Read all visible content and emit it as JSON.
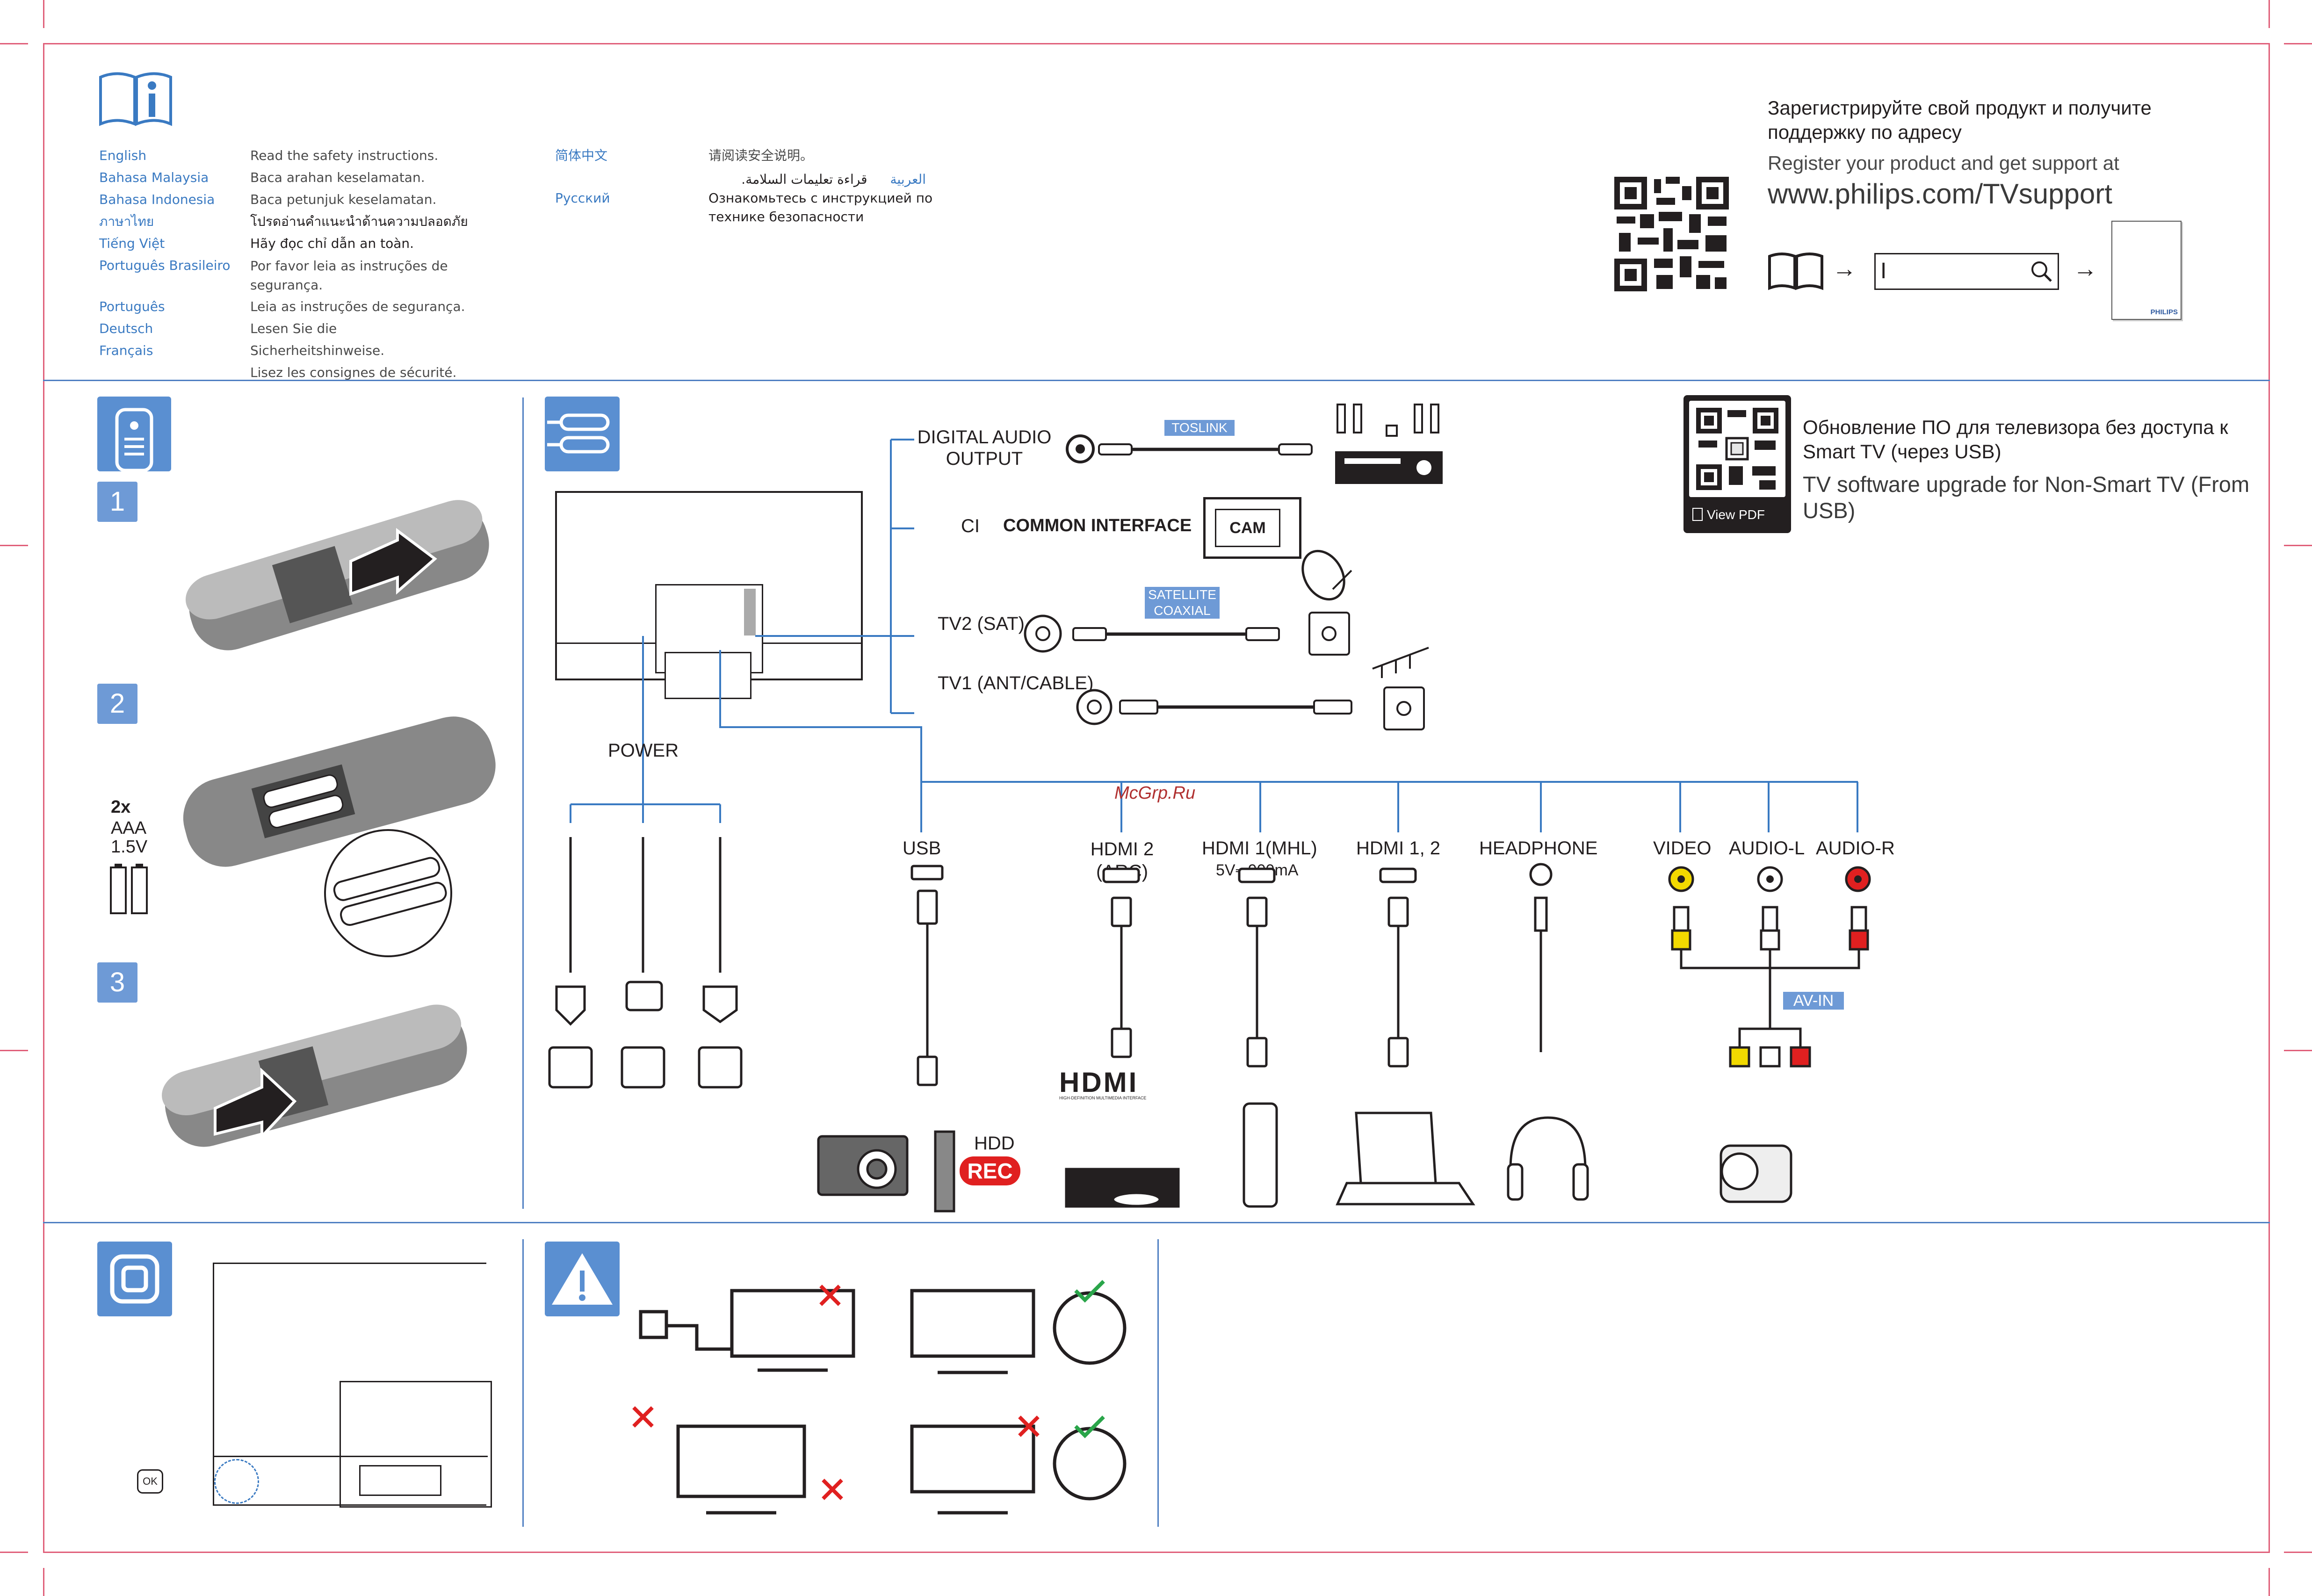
{
  "languages_left": [
    {
      "name": "English",
      "text": "Read the safety instructions."
    },
    {
      "name": "Bahasa Malaysia",
      "text": "Baca arahan keselamatan."
    },
    {
      "name": "Bahasa Indonesia",
      "text": "Baca petunjuk keselamatan."
    },
    {
      "name": "ภาษาไทย",
      "text": "โปรดอ่านคำแนะนำด้านความปลอดภัย"
    },
    {
      "name": "Tiếng Việt",
      "text": "Hãy đọc chỉ dẫn an toàn."
    },
    {
      "name": "Português Brasileiro",
      "text": "Por favor leia as  instruções de segurança."
    },
    {
      "name": "Português",
      "text": "Leia as instruções de segurança."
    },
    {
      "name": "Deutsch",
      "text": "Lesen Sie die Sicherheitshinweise."
    },
    {
      "name": "Français",
      "text": "Lisez les consignes de sécurité."
    }
  ],
  "languages_right": [
    {
      "name": "简体中文",
      "text": "请阅读安全说明。"
    },
    {
      "name": "العربية",
      "text": "قراءة تعليمات السلامة."
    },
    {
      "name": "Русский",
      "text": "Ознакомьтесь с инструкцией по технике безопасности"
    }
  ],
  "register": {
    "ru": "Зарегистрируйте свой продукт и получите поддержку по адресу",
    "en": "Register your product and get support at",
    "url": "www.philips.com/TVsupport",
    "search_placeholder": "I",
    "brand": "PHILIPS"
  },
  "software": {
    "ru": "Обновление ПО для телевизора без доступа к Smart TV (через USB)",
    "en": "TV software upgrade for Non-Smart TV (From USB)",
    "view_pdf": "View PDF"
  },
  "battery": {
    "steps": [
      "1",
      "2",
      "3"
    ],
    "count": "2x",
    "type": "AAA",
    "voltage": "1.5V"
  },
  "connections": {
    "digital_audio": "DIGITAL AUDIO OUTPUT",
    "toslink": "TOSLINK",
    "ci": "CI",
    "common_interface": "COMMON INTERFACE",
    "cam": "CAM",
    "tv2": "TV2 (SAT)",
    "satellite": "SATELLITE COAXIAL",
    "tv1": "TV1 (ANT/CABLE)",
    "power": "POWER",
    "usb": "USB",
    "hdmi2": "HDMI 2 (ARC)",
    "hdmi1": "HDMI 1(MHL)",
    "hdmi1_power": "5V⎓900mA",
    "hdmi12": "HDMI 1, 2",
    "headphone": "HEADPHONE",
    "video": "VIDEO",
    "audio_l": "AUDIO-L",
    "audio_r": "AUDIO-R",
    "av_in": "AV-IN",
    "hdd": "HDD",
    "rec": "REC",
    "hdmi_logo": "HDMI",
    "hdmi_sub": "HIGH-DEFINITION MULTIMEDIA INTERFACE",
    "watermark": "McGrp.Ru"
  },
  "ok_label": "OK"
}
